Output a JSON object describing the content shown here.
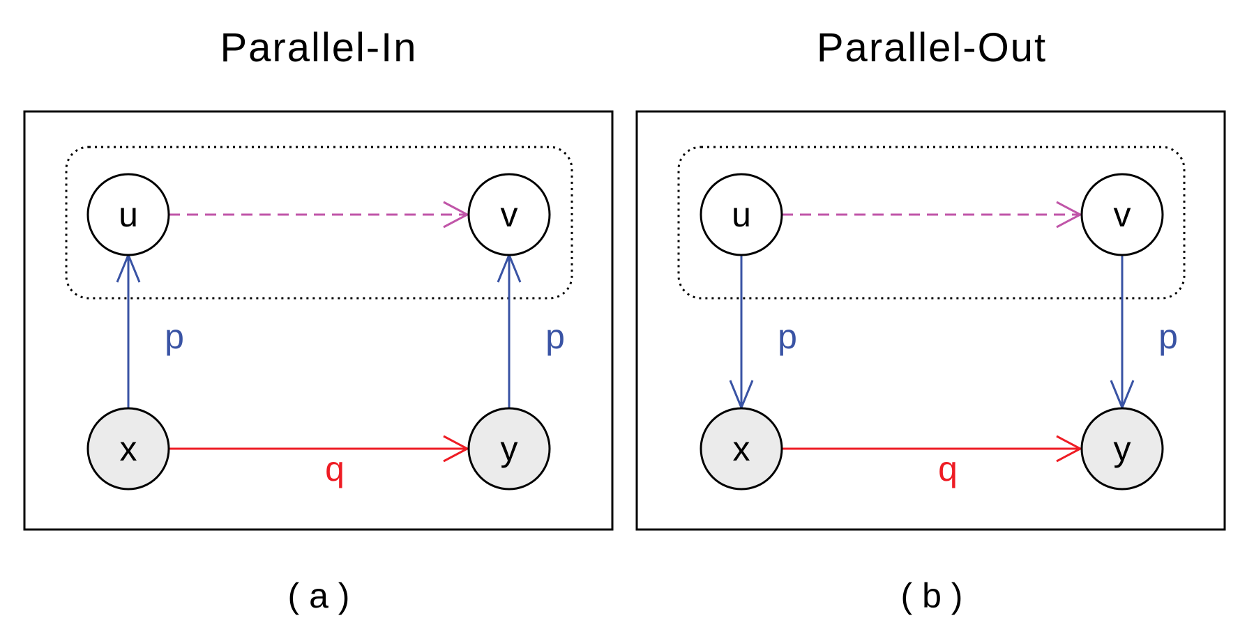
{
  "panels": [
    {
      "title": "Parallel-In",
      "caption": "( a )",
      "nodes": {
        "u": "u",
        "v": "v",
        "x": "x",
        "y": "y"
      },
      "edge_labels": {
        "left_p": "p",
        "right_p": "p",
        "q": "q"
      },
      "vertical_direction": "up"
    },
    {
      "title": "Parallel-Out",
      "caption": "( b )",
      "nodes": {
        "u": "u",
        "v": "v",
        "x": "x",
        "y": "y"
      },
      "edge_labels": {
        "left_p": "p",
        "right_p": "p",
        "q": "q"
      },
      "vertical_direction": "down"
    }
  ],
  "colors": {
    "p_edge": "#3953a4",
    "q_edge": "#ee1c24",
    "dashed_edge": "#c055a8",
    "filled_node": "#ebebeb",
    "empty_node": "#ffffff",
    "frame": "#000000"
  }
}
